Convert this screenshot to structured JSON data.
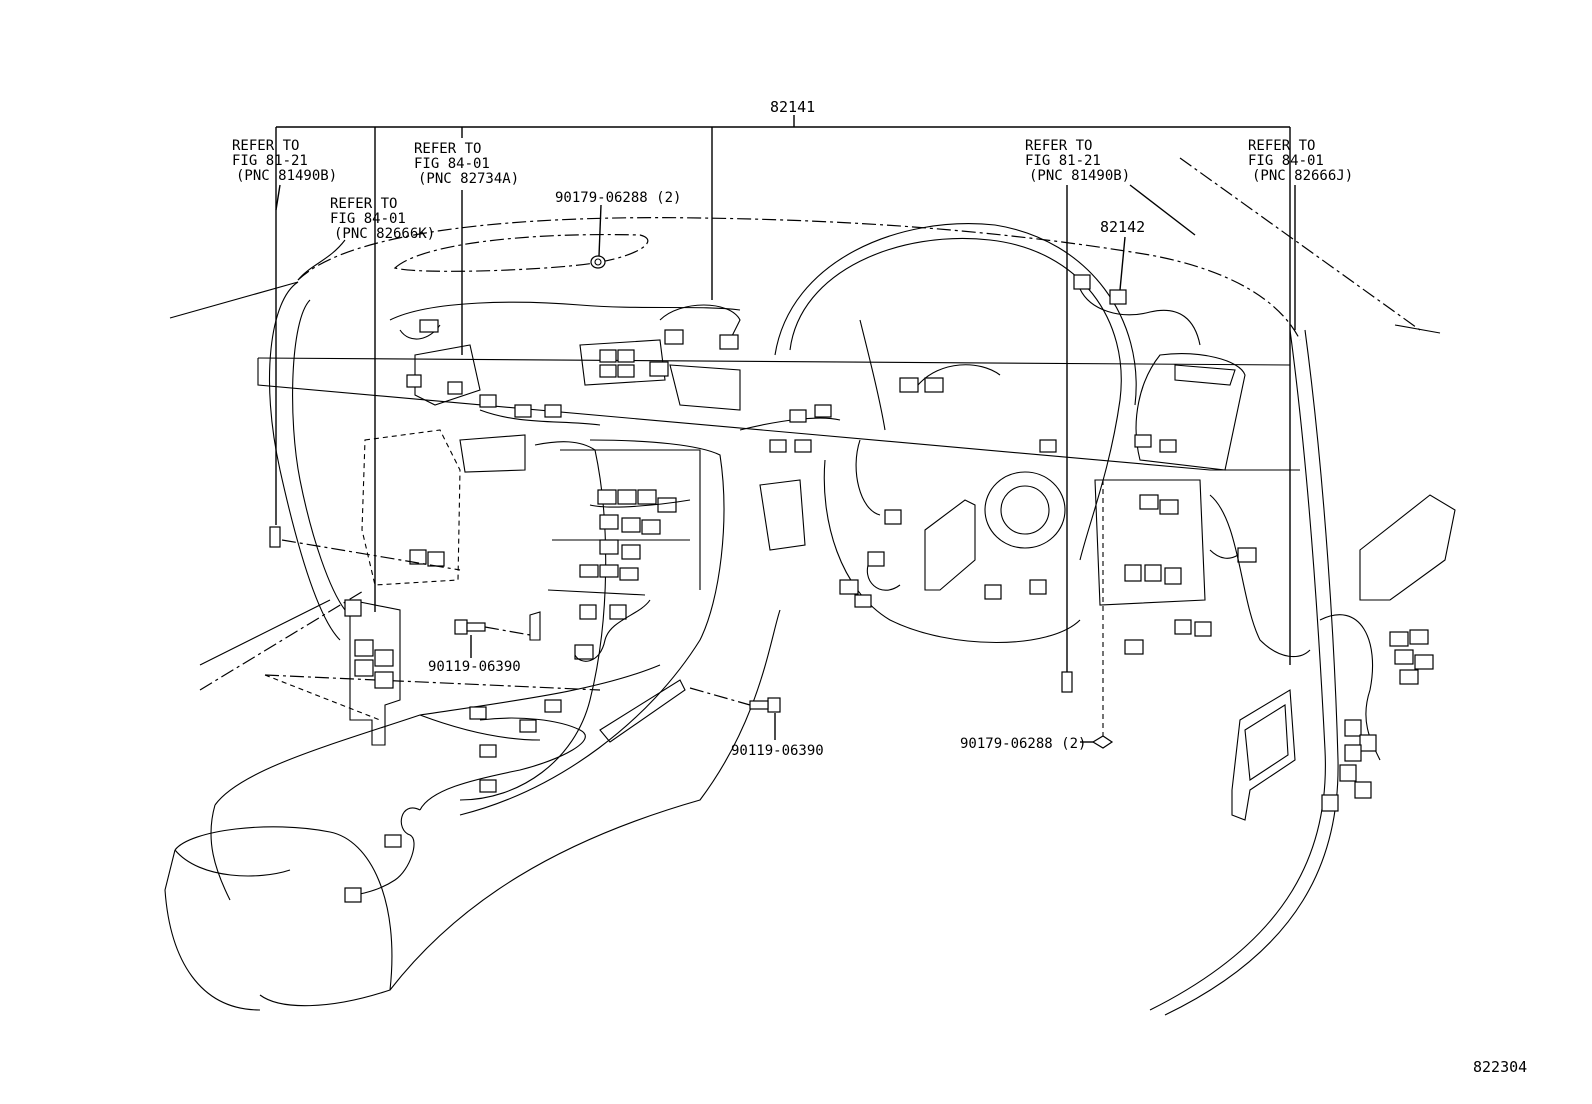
{
  "diagram": {
    "main_part": "82141",
    "sub_part": "82142",
    "figure_code": "822304",
    "callouts": {
      "ref_left_81": [
        "REFER TO",
        "FIG 81-21",
        "(PNC 81490B)"
      ],
      "ref_left_84_k": [
        "REFER TO",
        "FIG 84-01",
        "(PNC 82666K)"
      ],
      "ref_left_84_a": [
        "REFER TO",
        "FIG 84-01",
        "(PNC 82734A)"
      ],
      "ref_right_81": [
        "REFER TO",
        "FIG 81-21",
        "(PNC 81490B)"
      ],
      "ref_right_84_j": [
        "REFER TO",
        "FIG 84-01",
        "(PNC 82666J)"
      ]
    },
    "fasteners": {
      "clip_top": "90179-06288 (2)",
      "clip_right": "90179-06288 (2)",
      "bolt_left": "90119-06390",
      "bolt_center": "90119-06390"
    }
  }
}
